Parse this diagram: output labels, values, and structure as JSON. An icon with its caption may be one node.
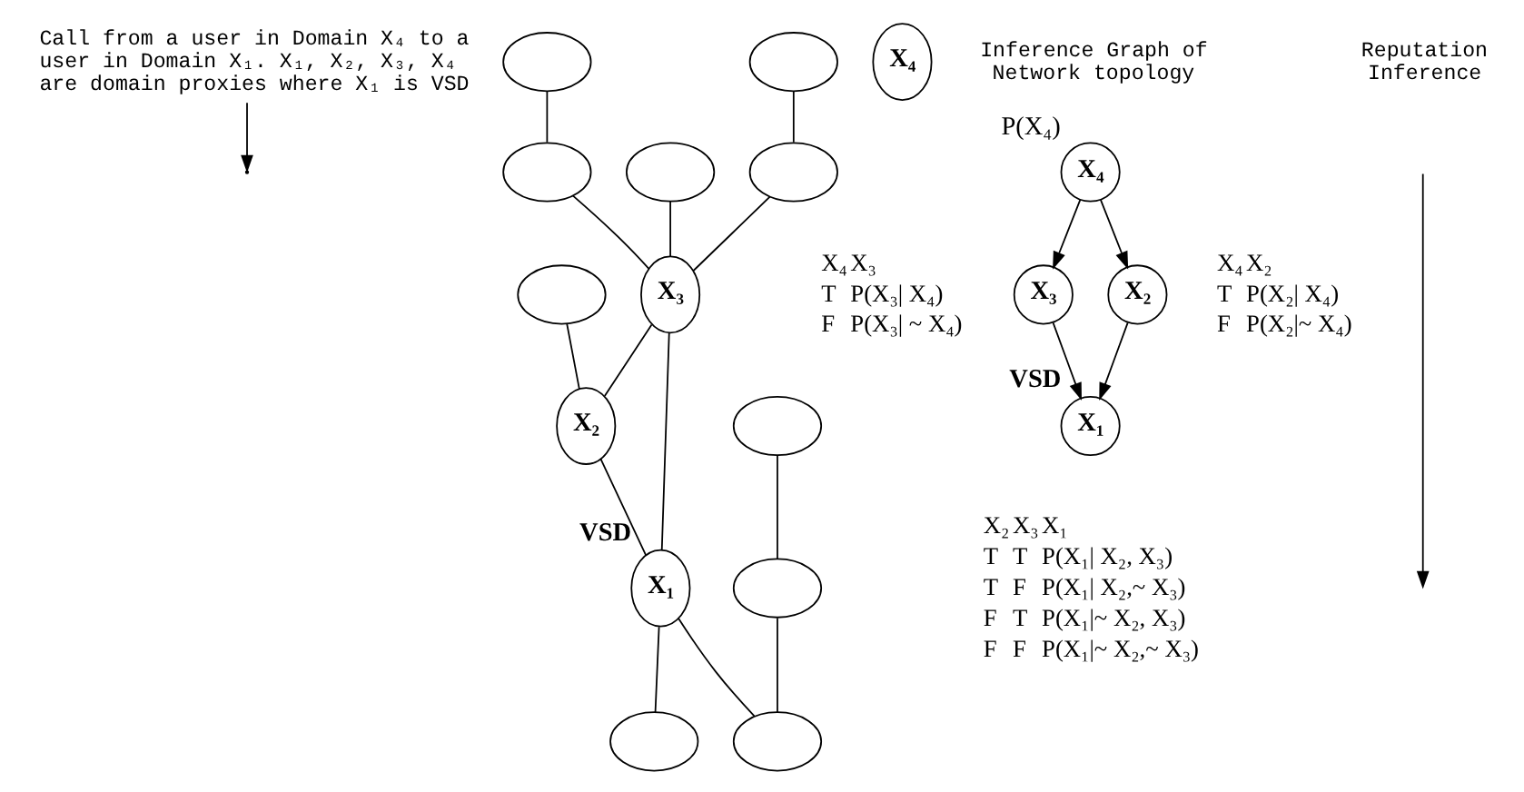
{
  "diagram": {
    "nodes": [
      {
        "text": [
          "Call from a user in Domain X₄ to a user in Domain X₁. X₁, X₂, X₃, X₄ are domain proxies where X₁ is VSD"
        ]
      },
      {
        "text": [],
        "shape": "ellipse"
      },
      {
        "text": [],
        "shape": "ellipse"
      },
      {
        "text": [],
        "shape": "ellipse"
      },
      {
        "text": [],
        "shape": "ellipse"
      },
      {
        "text": [],
        "shape": "ellipse"
      },
      {
        "text": [
          "X₄"
        ]
      },
      {
        "text": [],
        "shape": "ellipse"
      },
      {
        "text": [
          "X₃"
        ]
      },
      {
        "text": [
          "X₂"
        ]
      },
      {
        "text": [],
        "shape": "ellipse"
      },
      {
        "text": [
          "X₁"
        ],
        "beside": [
          "VSD"
        ]
      },
      {
        "text": [],
        "shape": "ellipse"
      },
      {
        "text": [],
        "shape": "ellipse"
      },
      {
        "text": [],
        "shape": "ellipse"
      },
      {
        "text": [
          "X₄"
        ],
        "beside": [
          "P(X₄)"
        ]
      },
      {
        "text": [
          "X₃"
        ]
      },
      {
        "text": [
          "X₂"
        ]
      },
      {
        "text": [
          "X₁"
        ],
        "beside": [
          "VSD"
        ]
      }
    ],
    "edges": [
      {
        "from": 0,
        "to": null,
        "arrow": "to"
      },
      {
        "from": 1,
        "to": 5,
        "arrow": "none"
      },
      {
        "from": 5,
        "to": 8,
        "arrow": "none"
      },
      {
        "from": 2,
        "to": 8,
        "arrow": "none"
      },
      {
        "from": 7,
        "to": 12,
        "arrow": "none"
      },
      {
        "from": 12,
        "to": 8,
        "arrow": "none"
      },
      {
        "from": 3,
        "to": 9,
        "arrow": "none"
      },
      {
        "from": 8,
        "to": 9,
        "arrow": "none"
      },
      {
        "from": 8,
        "to": 11,
        "arrow": "none"
      },
      {
        "from": 9,
        "to": 11,
        "arrow": "none"
      },
      {
        "from": 4,
        "to": 10,
        "arrow": "none"
      },
      {
        "from": 10,
        "to": 14,
        "arrow": "none"
      },
      {
        "from": 11,
        "to": 13,
        "arrow": "none"
      },
      {
        "from": 11,
        "to": 14,
        "arrow": "none"
      },
      {
        "from": 15,
        "to": 16,
        "arrow": "to"
      },
      {
        "from": 15,
        "to": 17,
        "arrow": "to"
      },
      {
        "from": 16,
        "to": 18,
        "arrow": "to"
      },
      {
        "from": 17,
        "to": 18,
        "arrow": "to"
      }
    ],
    "labels": [
      "Inference Graph of Network topology",
      "Reputation Inference",
      "X₄",
      "X₃",
      "T",
      "P(X₃| X₄)",
      "F",
      "P(X₃| ~ X₄)",
      "X₄",
      "X₂",
      "T",
      "P(X₂| X₄)",
      "F",
      "P(X₂|~ X₄)",
      "X₂",
      "X₃",
      "X₁",
      "T",
      "T",
      "P(X₁| X₂, X₃)",
      "T",
      "F",
      "P(X₁| X₂,~ X₃)",
      "F",
      "T",
      "P(X₁|~ X₂, X₃)",
      "F",
      "F",
      "P(X₁|~ X₂,~ X₃)"
    ]
  }
}
